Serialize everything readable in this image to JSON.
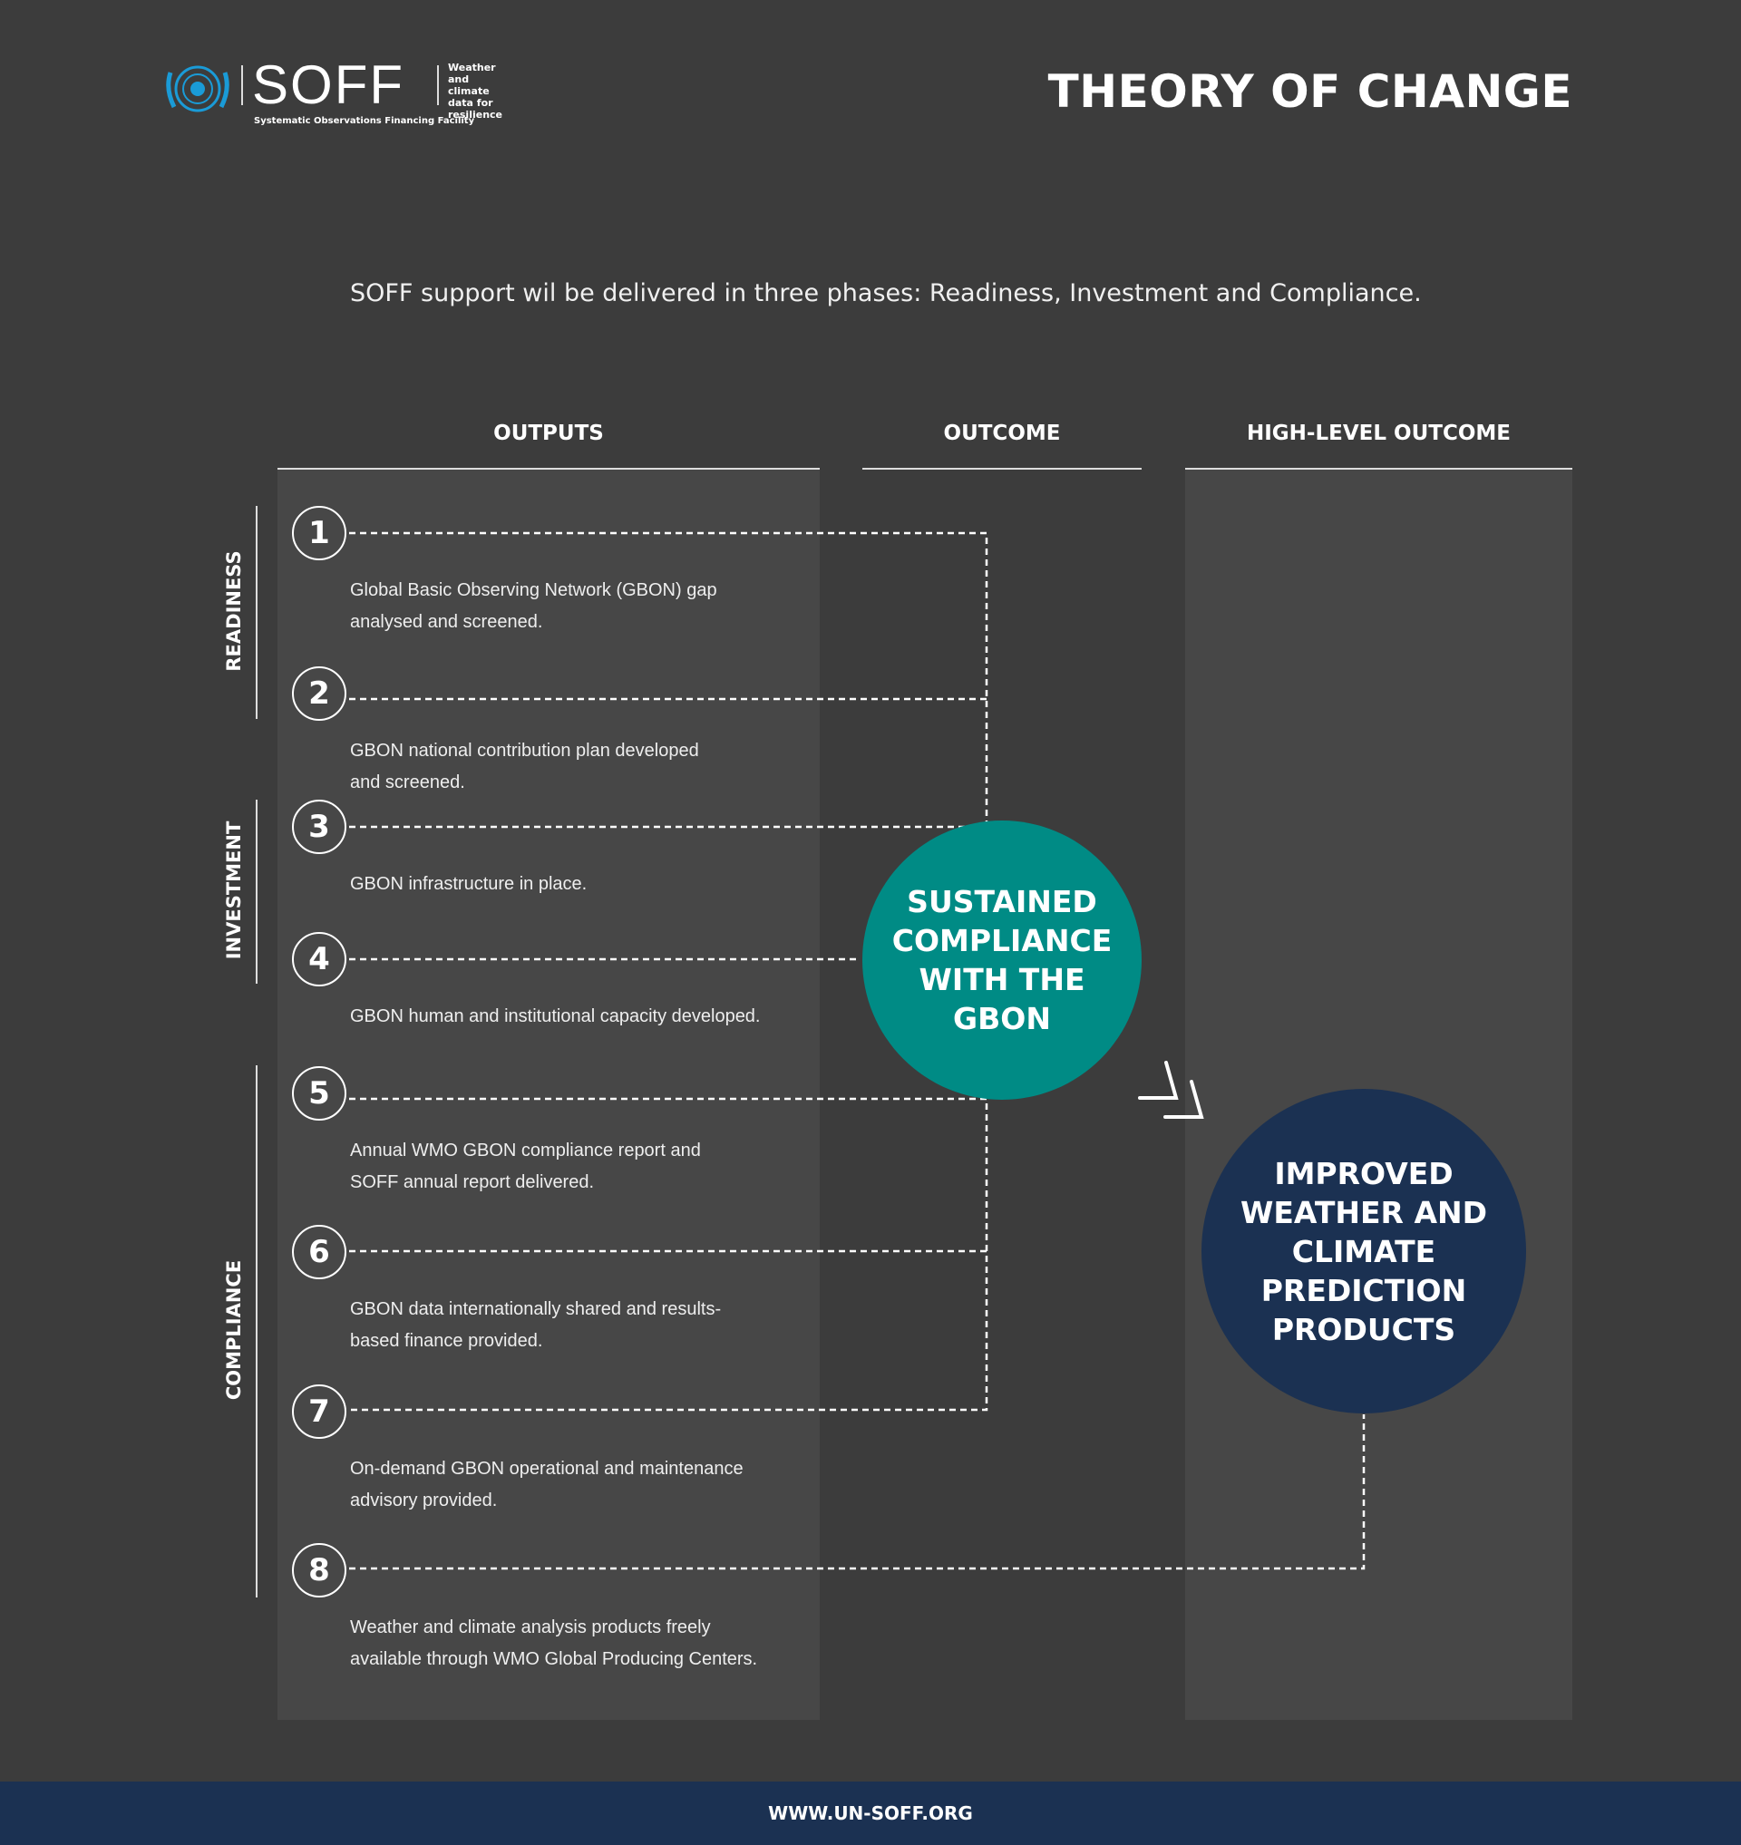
{
  "header": {
    "logo_name": "SOFF",
    "logo_subtitle": "Systematic Observations Financing Facility",
    "logo_tagline": [
      "Weather",
      "and climate",
      "data for",
      "resilience"
    ],
    "title": "THEORY OF CHANGE"
  },
  "subtitle": "SOFF support wil be delivered in three phases: Readiness, Investment and Compliance.",
  "columns": {
    "outputs": "OUTPUTS",
    "outcome": "OUTCOME",
    "high_level": "HIGH-LEVEL OUTCOME"
  },
  "phases": [
    "READINESS",
    "INVESTMENT",
    "COMPLIANCE"
  ],
  "outputs": [
    {
      "n": "1",
      "line1": " Global Basic Observing Network (GBON) gap",
      "line2": "analysed and screened."
    },
    {
      "n": "2",
      "line1": "GBON national contribution plan developed",
      "line2": "and screened."
    },
    {
      "n": "3",
      "line1": "GBON infrastructure in place.",
      "line2": ""
    },
    {
      "n": "4",
      "line1": "GBON human and institutional capacity developed.",
      "line2": ""
    },
    {
      "n": "5",
      "line1": "Annual WMO GBON compliance report and",
      "line2": "SOFF annual report delivered."
    },
    {
      "n": "6",
      "line1": "GBON data internationally shared and results-",
      "line2": "based finance provided."
    },
    {
      "n": "7",
      "line1": "On-demand GBON operational and maintenance",
      "line2": "advisory provided."
    },
    {
      "n": "8",
      "line1": "Weather and climate analysis products freely",
      "line2": "available through WMO Global Producing Centers."
    }
  ],
  "outcome": [
    "SUSTAINED",
    "COMPLIANCE",
    "WITH THE",
    "GBON"
  ],
  "high_level_outcome": [
    "IMPROVED",
    "WEATHER AND",
    "CLIMATE",
    "PREDICTION",
    "PRODUCTS"
  ],
  "footer": "WWW.UN-SOFF.ORG",
  "colors": {
    "background": "#3c3c3c",
    "panel": "#474747",
    "teal": "#008b85",
    "navy": "#1b3152",
    "un_blue": "#1a9bd7"
  }
}
